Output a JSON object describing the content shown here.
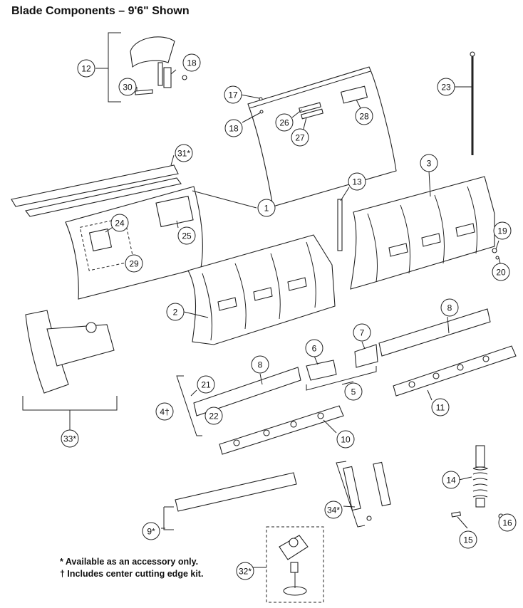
{
  "title": "Blade Components – 9'6\" Shown",
  "notes": {
    "accessory": "* Available as an accessory only.",
    "center_kit": "† Includes center cutting edge kit."
  },
  "callouts": [
    {
      "id": "c12",
      "label": "12"
    },
    {
      "id": "c18a",
      "label": "18"
    },
    {
      "id": "c30",
      "label": "30"
    },
    {
      "id": "c17",
      "label": "17"
    },
    {
      "id": "c18b",
      "label": "18"
    },
    {
      "id": "c26",
      "label": "26"
    },
    {
      "id": "c27",
      "label": "27"
    },
    {
      "id": "c28",
      "label": "28"
    },
    {
      "id": "c23",
      "label": "23"
    },
    {
      "id": "c31",
      "label": "31*"
    },
    {
      "id": "c1",
      "label": "1"
    },
    {
      "id": "c13",
      "label": "13"
    },
    {
      "id": "c3",
      "label": "3"
    },
    {
      "id": "c24",
      "label": "24"
    },
    {
      "id": "c25",
      "label": "25"
    },
    {
      "id": "c29",
      "label": "29"
    },
    {
      "id": "c19",
      "label": "19"
    },
    {
      "id": "c20",
      "label": "20"
    },
    {
      "id": "c2",
      "label": "2"
    },
    {
      "id": "c8a",
      "label": "8"
    },
    {
      "id": "c6",
      "label": "6"
    },
    {
      "id": "c7",
      "label": "7"
    },
    {
      "id": "c8b",
      "label": "8"
    },
    {
      "id": "c21",
      "label": "21"
    },
    {
      "id": "c5",
      "label": "5"
    },
    {
      "id": "c4",
      "label": "4†"
    },
    {
      "id": "c22",
      "label": "22"
    },
    {
      "id": "c11",
      "label": "11"
    },
    {
      "id": "c33",
      "label": "33*"
    },
    {
      "id": "c10",
      "label": "10"
    },
    {
      "id": "c14",
      "label": "14"
    },
    {
      "id": "c34",
      "label": "34*"
    },
    {
      "id": "c9",
      "label": "9*"
    },
    {
      "id": "c15",
      "label": "15"
    },
    {
      "id": "c16",
      "label": "16"
    },
    {
      "id": "c32",
      "label": "32*"
    }
  ]
}
